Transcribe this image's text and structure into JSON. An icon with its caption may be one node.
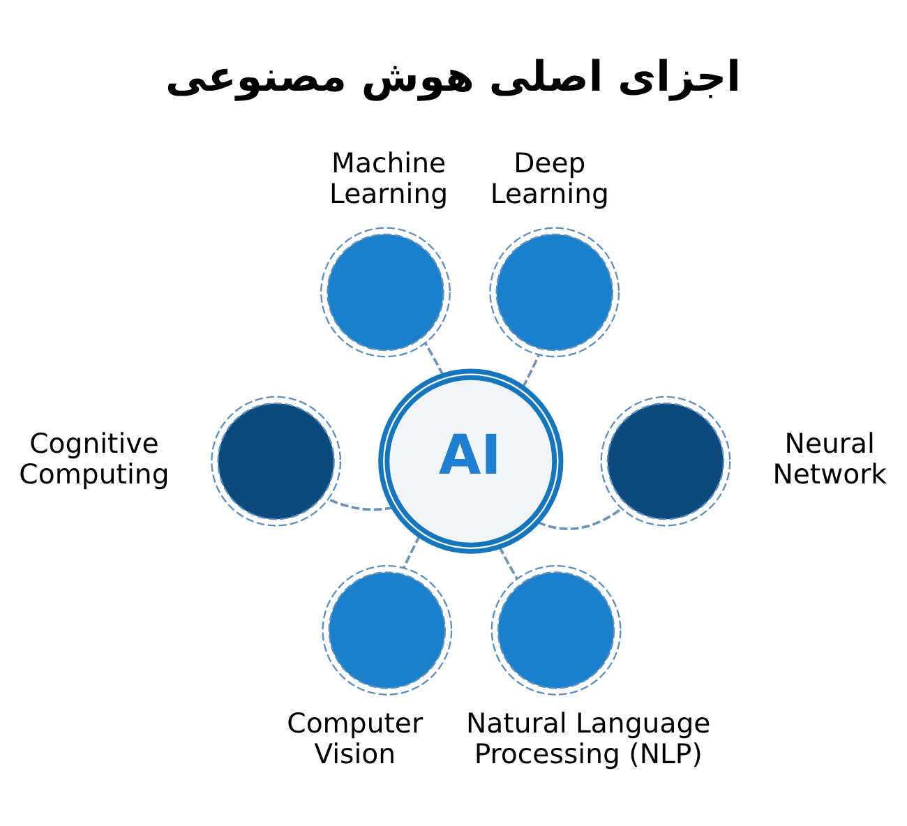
{
  "diagram": {
    "title": "اجزای اصلی هوش مصنوعی",
    "nodes": [
      {
        "text": [],
        "shape": "circle",
        "beside": [
          "Machine Learning"
        ]
      },
      {
        "text": [],
        "shape": "circle",
        "beside": [
          "Deep Learning"
        ]
      },
      {
        "text": [],
        "shape": "circle",
        "beside": [
          "Cognitive Computing"
        ]
      },
      {
        "text": [
          "AI"
        ]
      },
      {
        "text": [],
        "shape": "circle",
        "beside": [
          "Neural Network"
        ]
      },
      {
        "text": [],
        "shape": "circle",
        "beside": [
          "Computer Vision"
        ]
      },
      {
        "text": [],
        "shape": "circle",
        "beside": [
          "Natural Language Processing (NLP)"
        ]
      }
    ],
    "edges": [
      {
        "from": 3,
        "to": 0,
        "arrow": "none",
        "style": "dashed"
      },
      {
        "from": 3,
        "to": 1,
        "arrow": "none",
        "style": "dashed"
      },
      {
        "from": 3,
        "to": 4,
        "arrow": "none",
        "style": "dashed"
      },
      {
        "from": 3,
        "to": 6,
        "arrow": "none",
        "style": "dashed"
      },
      {
        "from": 3,
        "to": 5,
        "arrow": "none",
        "style": "dashed"
      },
      {
        "from": 3,
        "to": 2,
        "arrow": "none",
        "style": "dashed"
      }
    ]
  }
}
